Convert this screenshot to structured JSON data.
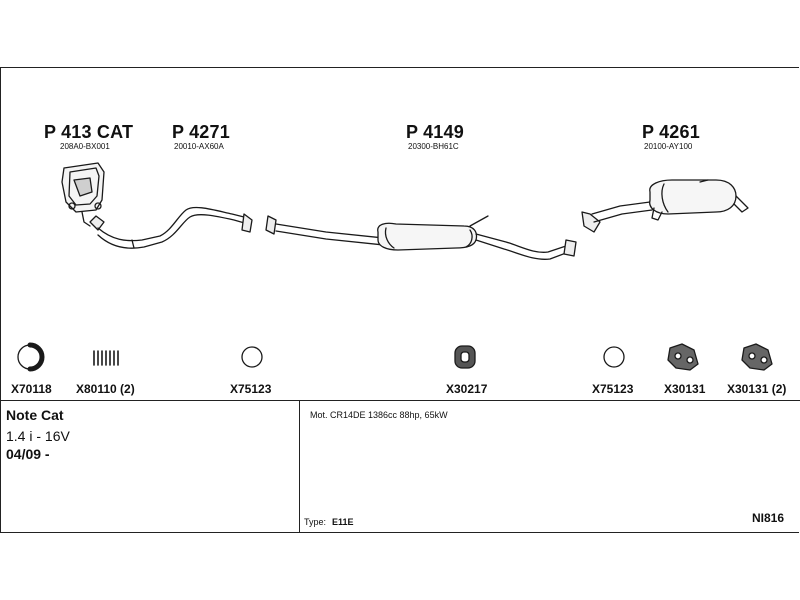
{
  "parts": [
    {
      "code": "P 413 CAT",
      "oem": "208A0-BX001"
    },
    {
      "code": "P 4271",
      "oem": "20010-AX60A"
    },
    {
      "code": "P 4149",
      "oem": "20300-BH61C"
    },
    {
      "code": "P 4261",
      "oem": "20100-AY100"
    }
  ],
  "accessories": [
    {
      "code": "X70118"
    },
    {
      "code": "X80110 (2)"
    },
    {
      "code": "X75123"
    },
    {
      "code": "X30217"
    },
    {
      "code": "X75123"
    },
    {
      "code": "X30131"
    },
    {
      "code": "X30131 (2)"
    }
  ],
  "vehicle": {
    "name": "Note Cat",
    "engine": "1.4 i - 16V",
    "years": "04/09 -"
  },
  "motor": "Mot. CR14DE 1386cc 88hp, 65kW",
  "type_label": "Type:",
  "type_value": "E11E",
  "system_id": "NI816"
}
